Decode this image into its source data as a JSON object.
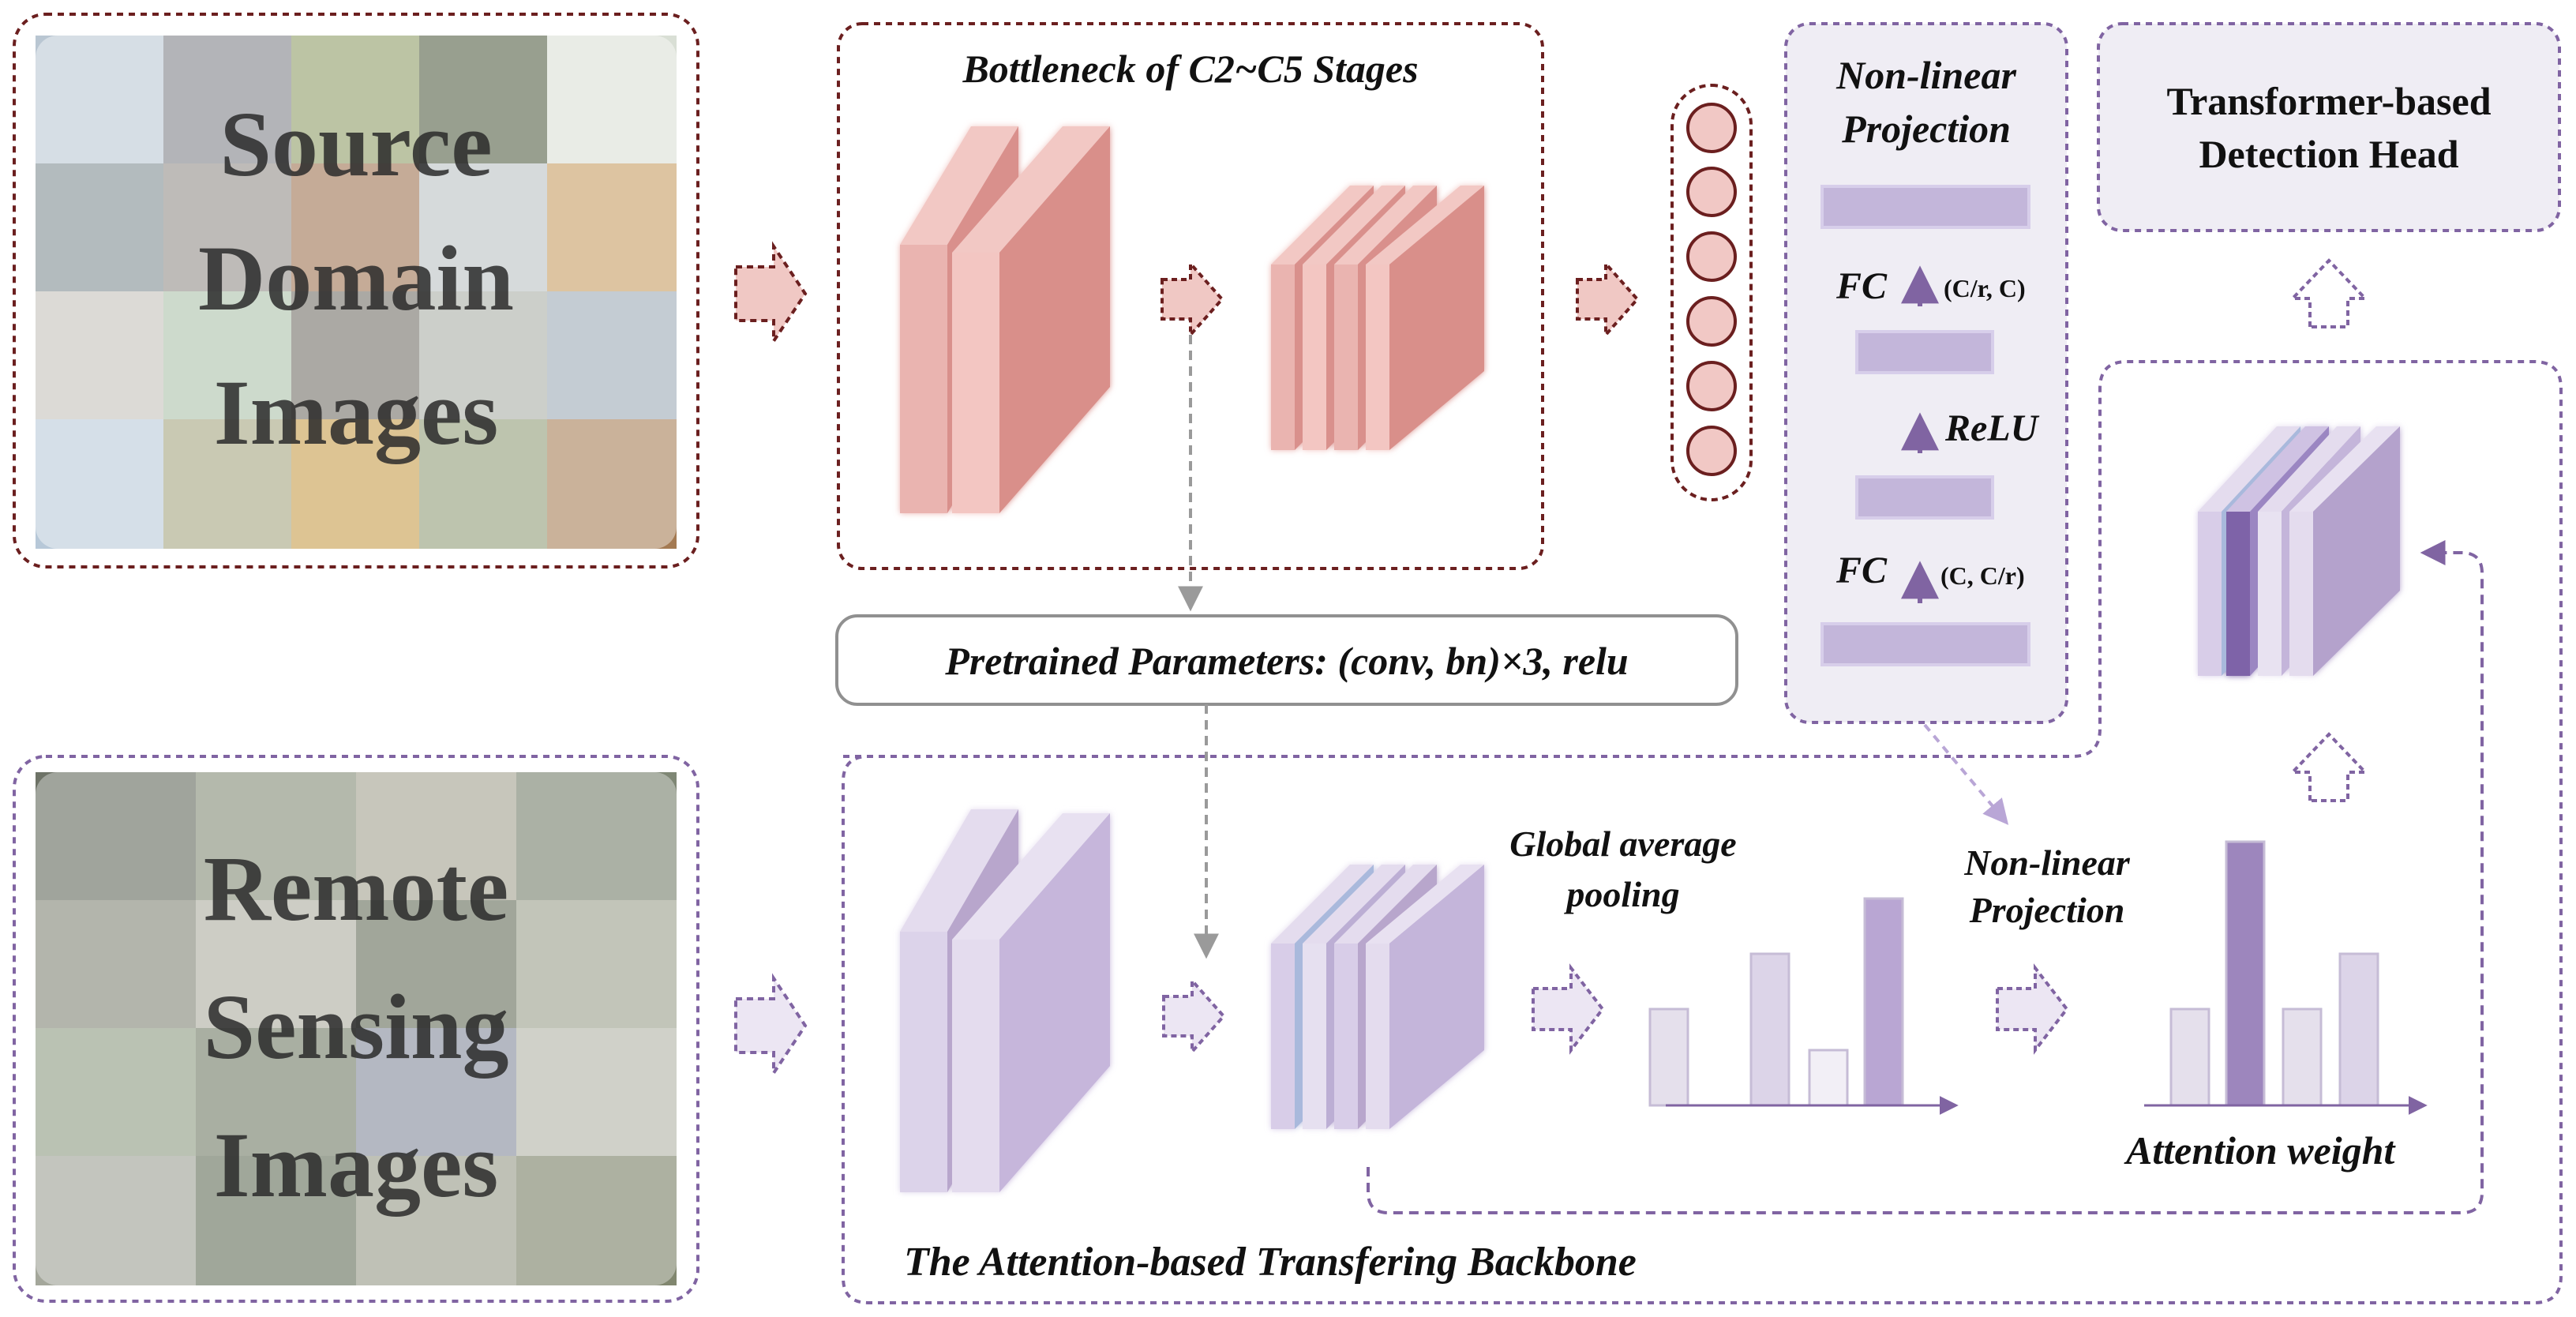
{
  "source_panel": {
    "line1": "Source",
    "line2": "Domain",
    "line3": "Images"
  },
  "remote_panel": {
    "line1": "Remote",
    "line2": "Sensing",
    "line3": "Images"
  },
  "bottleneck": {
    "title": "Bottleneck of C2~C5 Stages"
  },
  "pretrained": {
    "label": "Pretrained Parameters: (conv, bn)×3, relu"
  },
  "projection": {
    "title_line1": "Non-linear",
    "title_line2": "Projection",
    "fc_top": "FC",
    "fc_top_dims": "(C/r, C)",
    "relu": "ReLU",
    "fc_bottom": "FC",
    "fc_bottom_dims": "(C, C/r)"
  },
  "detection_head": {
    "line1": "Transformer-based",
    "line2": "Detection Head"
  },
  "attention_backbone": {
    "title": "The Attention-based Transfering Backbone",
    "gap_line1": "Global average",
    "gap_line2": "pooling",
    "proj_line1": "Non-linear",
    "proj_line2": "Projection",
    "attention_weight": "Attention weight"
  },
  "colors": {
    "red_dashed": "#6b1f1f",
    "red_block": "#d9908c",
    "red_block_light": "#f2c8c4",
    "purple_dashed": "#8064a2",
    "purple_block": "#b8a6cc",
    "purple_block_light": "#e4dcee",
    "gray_arrow": "#999999"
  },
  "icons": [
    "dashed-arrow-icon",
    "up-arrow-icon",
    "neuron-circle-icon"
  ]
}
